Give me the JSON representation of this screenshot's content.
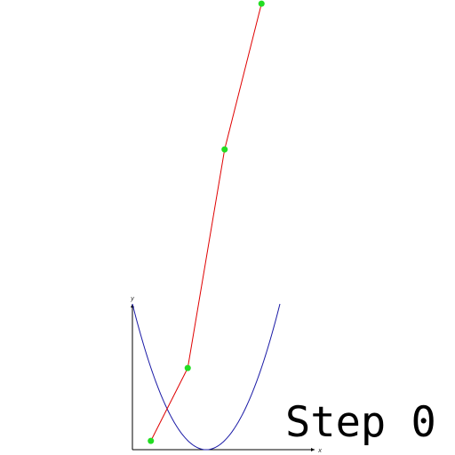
{
  "scene": {
    "step_label": "Step 0",
    "axis_labels": {
      "x": "x",
      "y": "y"
    },
    "colors": {
      "background": "#ffffff",
      "axes": "#000000",
      "curve": "#1a1aa6",
      "path": "#e00000",
      "points": "#22dd22",
      "text": "#000000"
    }
  },
  "chart_data": {
    "type": "line",
    "xlabel": "x",
    "ylabel": "y",
    "series": [
      {
        "kind": "function",
        "expression": "(x - 1)^2",
        "x_range": [
          0,
          2
        ],
        "color": "#1a1aa6"
      },
      {
        "kind": "path",
        "color": "#e00000",
        "points": [
          {
            "x": 0.25,
            "y": 0.06
          },
          {
            "x": 0.75,
            "y": 0.56
          },
          {
            "x": 1.25,
            "y": 2.06
          },
          {
            "x": 1.75,
            "y": 3.06
          }
        ]
      }
    ]
  }
}
